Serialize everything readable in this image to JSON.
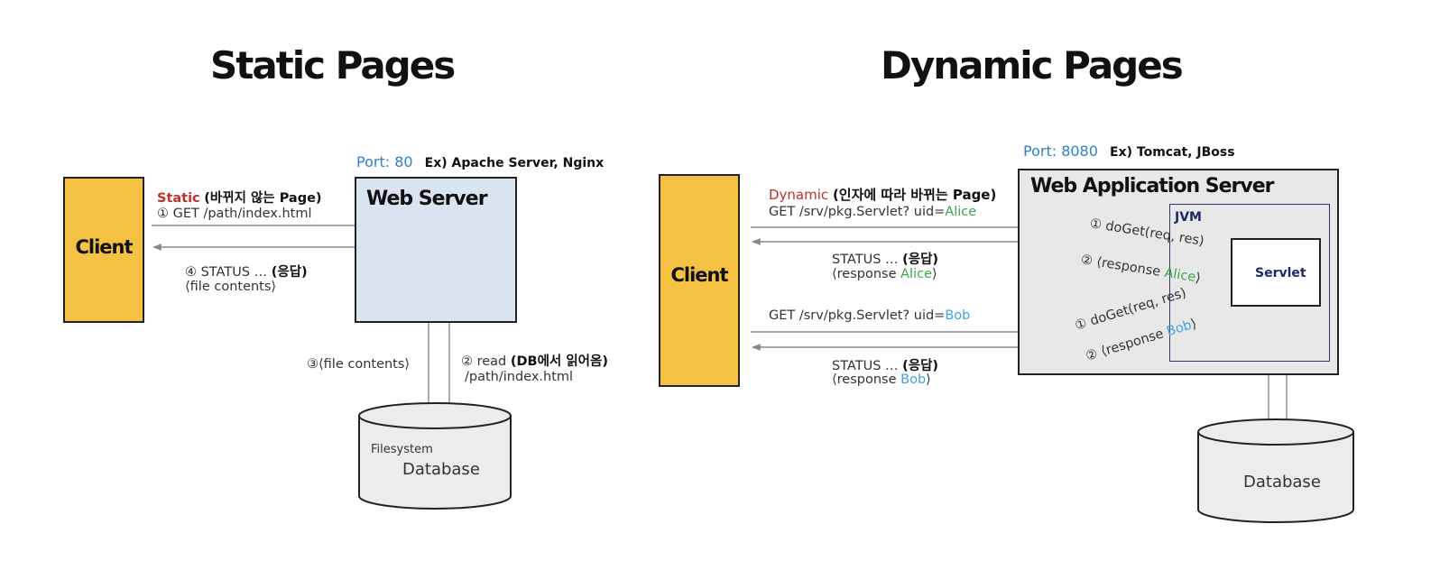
{
  "colors": {
    "client_fill": "#f4c142",
    "web_server_fill": "#dae3f0",
    "was_fill": "#e8e8e8",
    "port": "#2f7fc8",
    "static_red": "#c0302a",
    "alice_green": "#3aa84c",
    "bob_blue": "#3ea4df",
    "jvm_navy": "#1b2a6b"
  },
  "static": {
    "title": "Static Pages",
    "client_label": "Client",
    "server_label": "Web Server",
    "port": "Port: 80",
    "port_example": "Ex) Apache Server, Nginx",
    "request_keyword": "Static",
    "request_desc": "(바뀌지 않는 Page)",
    "request_line": "① GET /path/index.html",
    "response_prefix": "④ STATUS …",
    "response_bold": "(응답)",
    "response_line2": "⟨file contents⟩",
    "read_prefix": "② read",
    "read_bold": "(DB에서 읽어옴)",
    "read_path": "/path/index.html",
    "file_contents": "③⟨file contents⟩",
    "db_sub": "Filesystem",
    "db_label": "Database"
  },
  "dynamic": {
    "title": "Dynamic Pages",
    "client_label": "Client",
    "server_label": "Web Application Server",
    "port": "Port: 8080",
    "port_example": "Ex) Tomcat, JBoss",
    "jvm_label": "JVM",
    "servlet_label": "Servlet",
    "request_keyword": "Dynamic",
    "request_desc": "(인자에 따라 바뀌는 Page)",
    "alice_get_prefix": "GET /srv/pkg.Servlet? uid=",
    "alice_name": "Alice",
    "alice_status_prefix": "STATUS …",
    "alice_status_bold": "(응답)",
    "alice_response_prefix": "⟨response",
    "alice_response_suffix": "⟩",
    "bob_get_prefix": "GET /srv/pkg.Servlet? uid=",
    "bob_name": "Bob",
    "bob_status_prefix": "STATUS …",
    "bob_status_bold": "(응답)",
    "bob_response_prefix": "⟨response",
    "bob_response_suffix": "⟩",
    "doget_alice": "① doGet(req, res)",
    "response_alice_prefix": "② ⟨response",
    "response_alice_name": "Alice",
    "response_alice_suffix": "⟩",
    "doget_bob": "① doGet(req, res)",
    "response_bob_prefix": "② ⟨response",
    "response_bob_name": "Bob",
    "response_bob_suffix": "⟩",
    "db_label": "Database"
  }
}
